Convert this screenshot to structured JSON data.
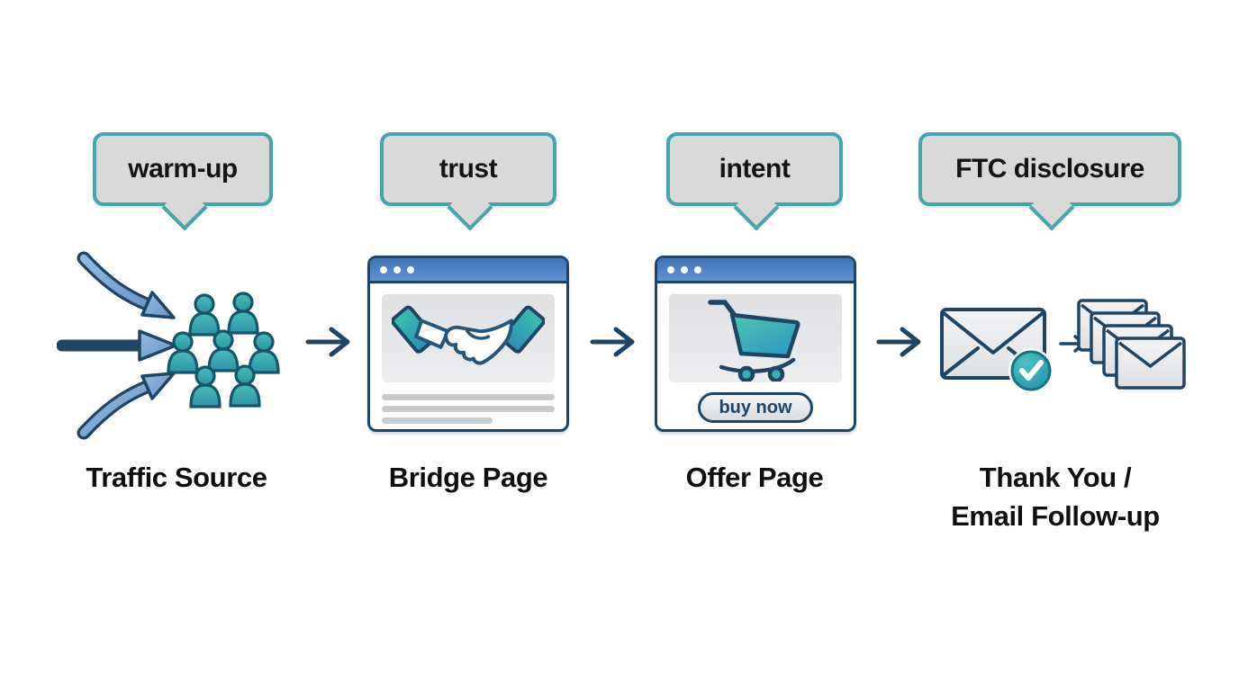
{
  "stages": [
    {
      "annotation": "warm-up",
      "label": "Traffic Source"
    },
    {
      "annotation": "trust",
      "label": "Bridge Page"
    },
    {
      "annotation": "intent",
      "label": "Offer Page",
      "cta": "buy now"
    },
    {
      "annotation": "FTC disclosure",
      "label": "Thank You / Email Follow-up"
    }
  ],
  "icons": {
    "traffic": "converging-arrows-into-audience",
    "bridge": "browser-window-with-handshake",
    "offer": "browser-window-with-shopping-cart",
    "thankyou": "email-with-check-then-email-sequence",
    "connector": "right-arrow"
  },
  "colors": {
    "background": "#ffffff",
    "bubble_border_teal": "#43a6ad",
    "bubble_fill": "#d9d9d9",
    "text": "#0f0f0f",
    "navy_outline": "#1e4566",
    "titlebar_blue": "#4a7ec2",
    "big_arrow_fill": "#7ba6d4",
    "people_teal": "#35a8ad",
    "panel_gray": "#e2e3e6",
    "check_badge_teal": "#2fa3b4",
    "cart_teal_top": "#4dc6ab",
    "cart_teal_bottom": "#2f9cc2",
    "envelope_fill": "#eceef0"
  }
}
